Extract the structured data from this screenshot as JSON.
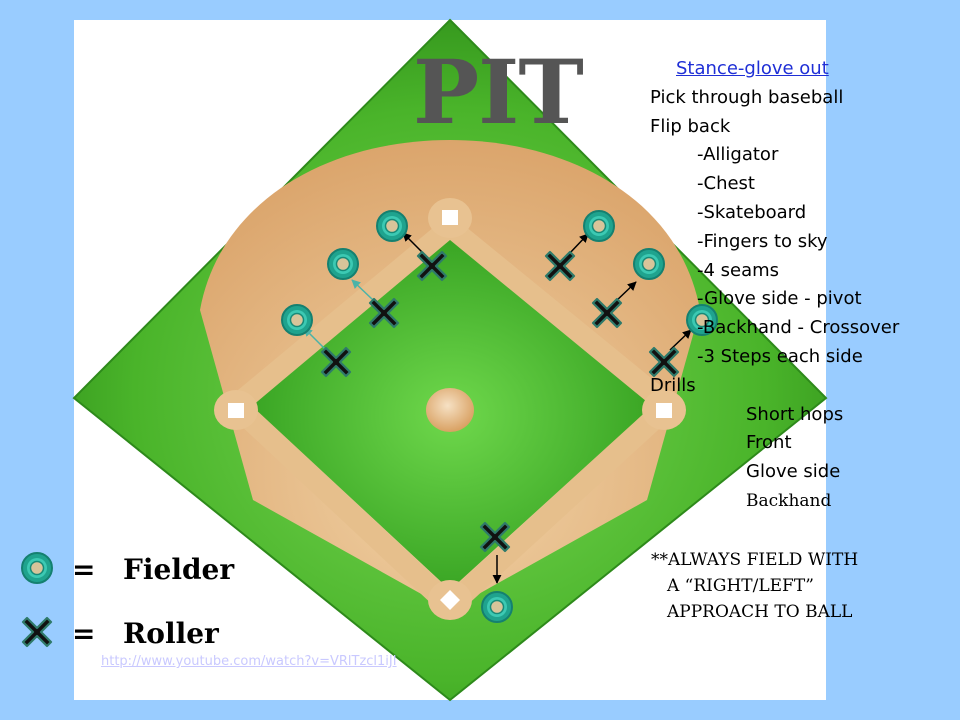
{
  "title": "PIT",
  "notes": {
    "link_label": "Stance-glove out",
    "lines": [
      "Pick through baseball",
      "Flip back",
      "-Alligator",
      "-Chest",
      "-Skateboard",
      "-Fingers to sky",
      "-4 seams",
      "-Glove side - pivot",
      "-Backhand - Crossover",
      "-3 Steps each side",
      "Drills",
      "Short hops",
      "Front",
      "Glove side",
      "Backhand"
    ],
    "always": [
      "**ALWAYS FIELD WITH",
      "A “RIGHT/LEFT”",
      "APPROACH TO BALL"
    ]
  },
  "legend": {
    "fielder": {
      "eq": "=",
      "label": "Fielder"
    },
    "roller": {
      "eq": "=",
      "label": "Roller"
    }
  },
  "video_url": "http://www.youtube.com/watch?v=VRlTzcl1iJI",
  "colors": {
    "background": "#99ccff",
    "field_green": "#4db82b",
    "infield_dirt": "#e3b981",
    "link": "#1f2fd6",
    "fielder_ring": "#20b3a0",
    "roller_x": "#111111"
  },
  "icons": {
    "fielder": "teal-ring-icon",
    "roller": "black-x-icon"
  }
}
